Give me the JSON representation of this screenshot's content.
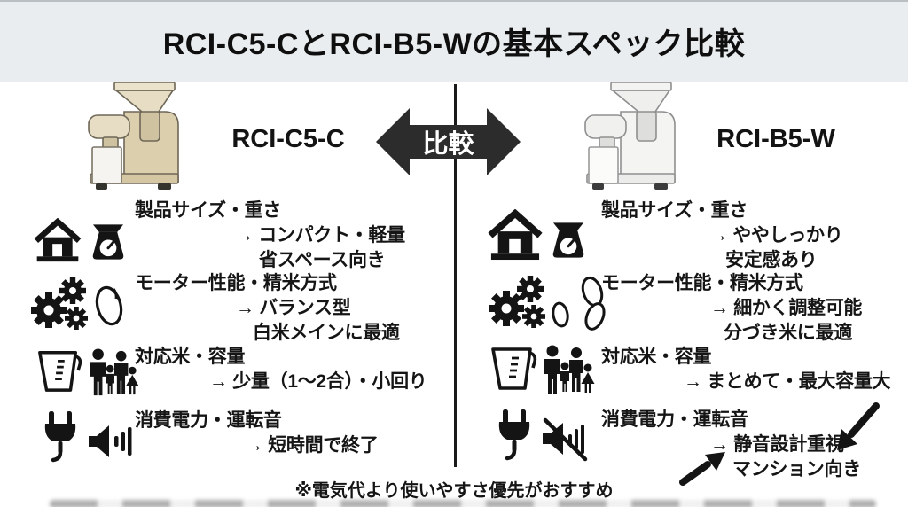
{
  "header": {
    "title": "RCI-C5-CとRCI-B5-Wの基本スペック比較"
  },
  "compare_arrow": {
    "label": "比較"
  },
  "left_product": {
    "model": "RCI-C5-C",
    "rows": [
      {
        "icons": [
          "house-icon",
          "kitchen-scale-icon"
        ],
        "title": "製品サイズ・重さ",
        "line2": "→ コンパクト・軽量",
        "line3": "省スペース向き"
      },
      {
        "icons": [
          "gears-icon",
          "rice-grain-icon"
        ],
        "title": "モーター性能・精米方式",
        "line2": "→ バランス型",
        "line3": "白米メインに最適"
      },
      {
        "icons": [
          "measuring-cup-icon",
          "family-icon"
        ],
        "title": "対応米・容量",
        "line2": "→ 少量（1〜2合）・小回り"
      },
      {
        "icons": [
          "power-plug-icon",
          "speaker-icon"
        ],
        "title": "消費電力・運転音",
        "line2": "→ 短時間で終了"
      }
    ]
  },
  "right_product": {
    "model": "RCI-B5-W",
    "rows": [
      {
        "icons": [
          "house-icon",
          "kitchen-scale-icon"
        ],
        "title": "製品サイズ・重さ",
        "line2": "→ ややしっかり",
        "line3": "安定感あり"
      },
      {
        "icons": [
          "gears-icon",
          "rice-grains-icon"
        ],
        "title": "モーター性能・精米方式",
        "line2": "→ 細かく調整可能",
        "line3": "分づき米に最適"
      },
      {
        "icons": [
          "measuring-cup-icon",
          "family-icon"
        ],
        "title": "対応米・容量",
        "line2": "→ まとめて・最大容量大"
      },
      {
        "icons": [
          "power-plug-icon",
          "muted-speaker-icon"
        ],
        "title": "消費電力・運転音",
        "line2": "→ 静音設計重視",
        "line3": "マンション向き"
      }
    ]
  },
  "footnote": "※電気代より使いやすさ優先がおすすめ",
  "colors": {
    "header_bg": "#e9edef",
    "ink": "#141414",
    "compare_arrow_fill": "#2c2c2c",
    "left_machine_body": "#dccfae",
    "right_machine_body": "#f4f4f3"
  }
}
